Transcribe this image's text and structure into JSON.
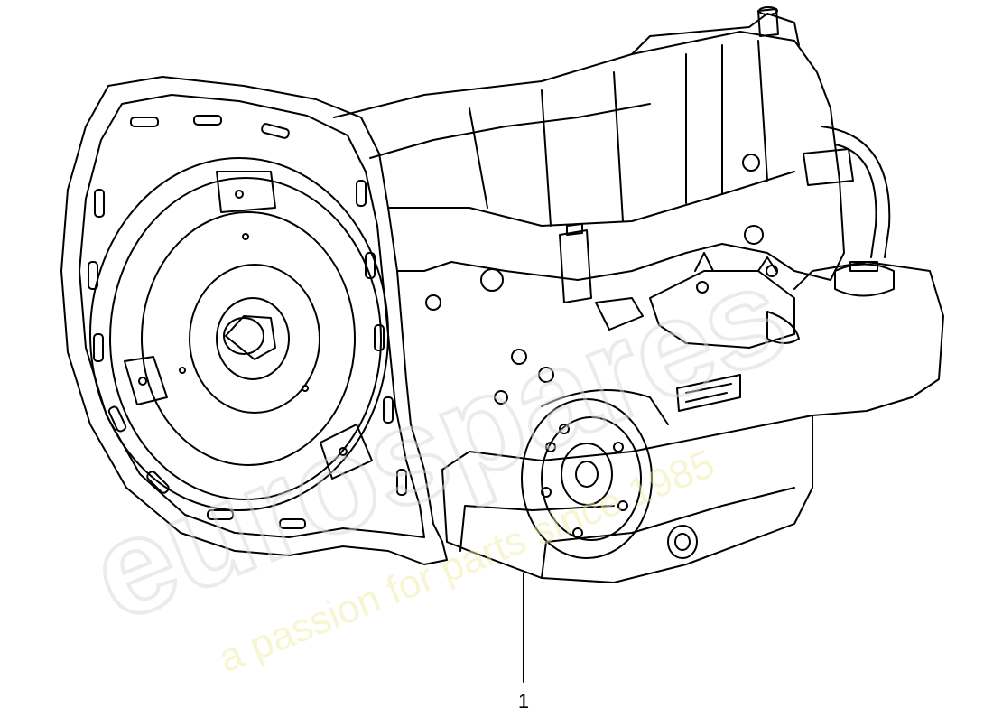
{
  "diagram": {
    "callouts": [
      {
        "label": "1"
      }
    ]
  },
  "watermark": {
    "logo_text": "eurospares",
    "tagline": "a passion for parts since 1985",
    "logo_color": "#d9d9d9",
    "tagline_color": "#eeeea8"
  },
  "colors": {
    "line": "#000000",
    "background": "#ffffff"
  }
}
